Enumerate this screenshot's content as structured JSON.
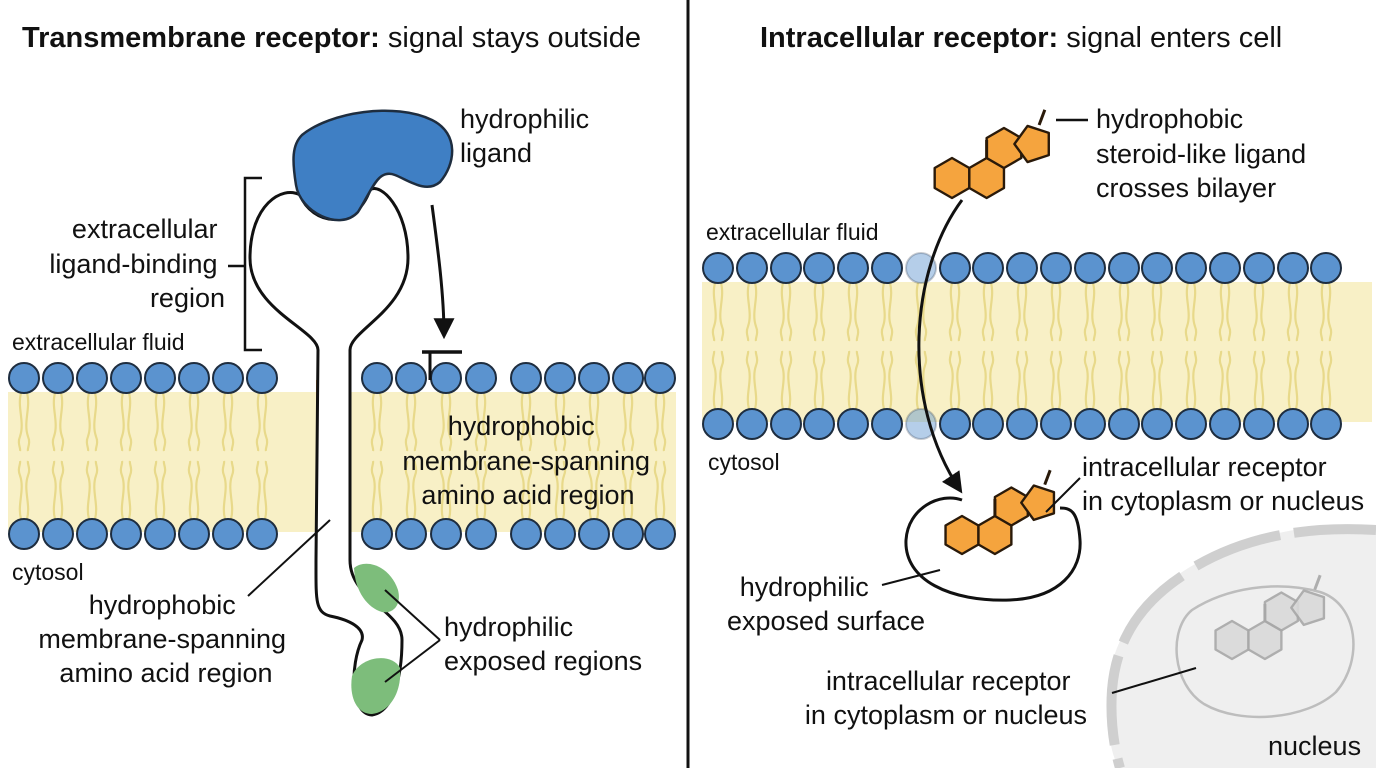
{
  "colors": {
    "head": "#5b93cf",
    "head_stroke": "#1e2d3f",
    "tail": "#e8d98a",
    "band": "#f8f0c6",
    "receptor_helix": "#f5a043",
    "ligand_blue": "#3f7fc4",
    "ligand_orange": "#f5a43e",
    "exposed_green": "#7dbd7b",
    "divider": "#111111",
    "nucleus_fill": "#efefef",
    "nucleus_rim": "#cfcfcf",
    "ghost": "#bdbdbd"
  },
  "left": {
    "title_bold": "Transmembrane receptor:",
    "title_normal": " signal stays outside",
    "ligand_label": [
      "hydrophilic",
      "ligand"
    ],
    "binding_region_label": [
      "extracellular",
      "ligand-binding",
      "region"
    ],
    "extracellular_label": "extracellular fluid",
    "cytosol_label": "cytosol",
    "membrane_region_right": [
      "hydrophobic",
      "membrane-spanning",
      "amino acid region"
    ],
    "membrane_region_left": [
      "hydrophobic",
      "membrane-spanning",
      "amino acid region"
    ],
    "exposed_regions_label": [
      "hydrophilic",
      "exposed regions"
    ]
  },
  "right": {
    "title_bold": "Intracellular receptor:",
    "title_normal": " signal enters cell",
    "ligand_label": [
      "hydrophobic",
      "steroid-like ligand",
      "crosses bilayer"
    ],
    "extracellular_label": "extracellular fluid",
    "cytosol_label": "cytosol",
    "receptor_label": [
      "intracellular receptor",
      "in cytoplasm or nucleus"
    ],
    "surface_label": [
      "hydrophilic",
      "exposed surface"
    ],
    "nuclear_receptor_label": [
      "intracellular receptor",
      "in cytoplasm or nucleus"
    ],
    "nucleus_label": "nucleus"
  }
}
